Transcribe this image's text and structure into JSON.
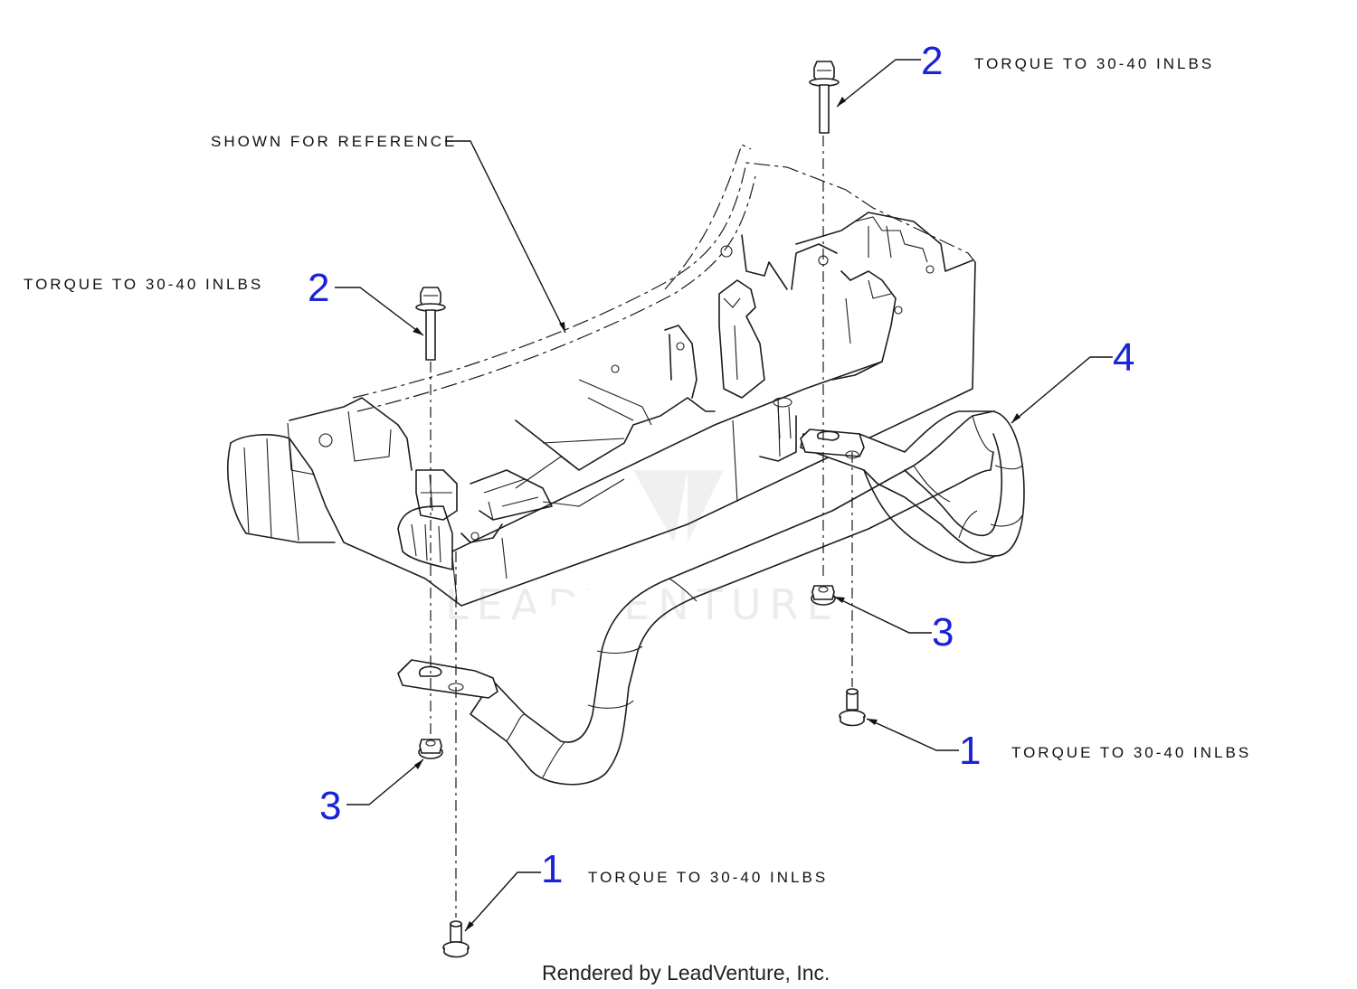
{
  "callouts": [
    {
      "id": "c2-top",
      "number": "2",
      "note": "TORQUE TO 30-40 INLBS"
    },
    {
      "id": "c2-left",
      "number": "2",
      "note": "TORQUE TO 30-40 INLBS"
    },
    {
      "id": "c4",
      "number": "4",
      "note": ""
    },
    {
      "id": "c3-right",
      "number": "3",
      "note": ""
    },
    {
      "id": "c1-right",
      "number": "1",
      "note": "TORQUE TO 30-40 INLBS"
    },
    {
      "id": "c3-left",
      "number": "3",
      "note": ""
    },
    {
      "id": "c1-bottom",
      "number": "1",
      "note": "TORQUE TO 30-40 INLBS"
    }
  ],
  "reference_note": "SHOWN FOR REFERENCE",
  "watermark": "LEADVENTURE",
  "credit": "Rendered by LeadVenture, Inc.",
  "colors": {
    "callout": "#1a23d6",
    "linework": "#1c1c1c",
    "watermark": "#ececec"
  }
}
